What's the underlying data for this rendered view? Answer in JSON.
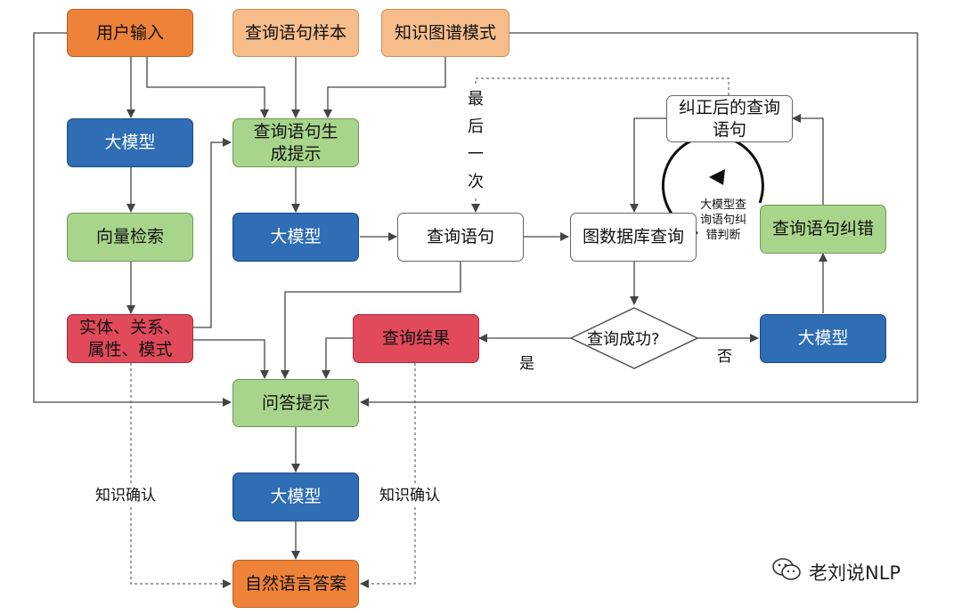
{
  "nodes": {
    "user_input": "用户输入",
    "query_samples": "查询语句样本",
    "kg_schema": "知识图谱模式",
    "llm_1": "大模型",
    "query_gen_prompt": "查询语句生成提示",
    "vector_search": "向量检索",
    "llm_2": "大模型",
    "query_statement": "查询语句",
    "graph_db_query": "图数据库查询",
    "corrected_query": "纠正后的查询语句",
    "query_correction": "查询语句纠错",
    "entities": "实体、关系、属性、模式",
    "query_result": "查询结果",
    "query_success": "查询成功?",
    "llm_3": "大模型",
    "qa_prompt": "问答提示",
    "llm_4": "大模型",
    "nl_answer": "自然语言答案"
  },
  "labels": {
    "last_time": "最后一次",
    "yes": "是",
    "no": "否",
    "judge": "大模型查询语句纠错判断",
    "knowledge_confirm_left": "知识确认",
    "knowledge_confirm_right": "知识确认"
  },
  "watermark": {
    "text": "老刘说NLP",
    "icon": "wechat-icon"
  },
  "colors": {
    "orange": "#ee8239",
    "peach": "#f6bd8b",
    "green": "#a8d58b",
    "blue": "#2f6db5",
    "red": "#e14a5a",
    "white": "#ffffff"
  }
}
